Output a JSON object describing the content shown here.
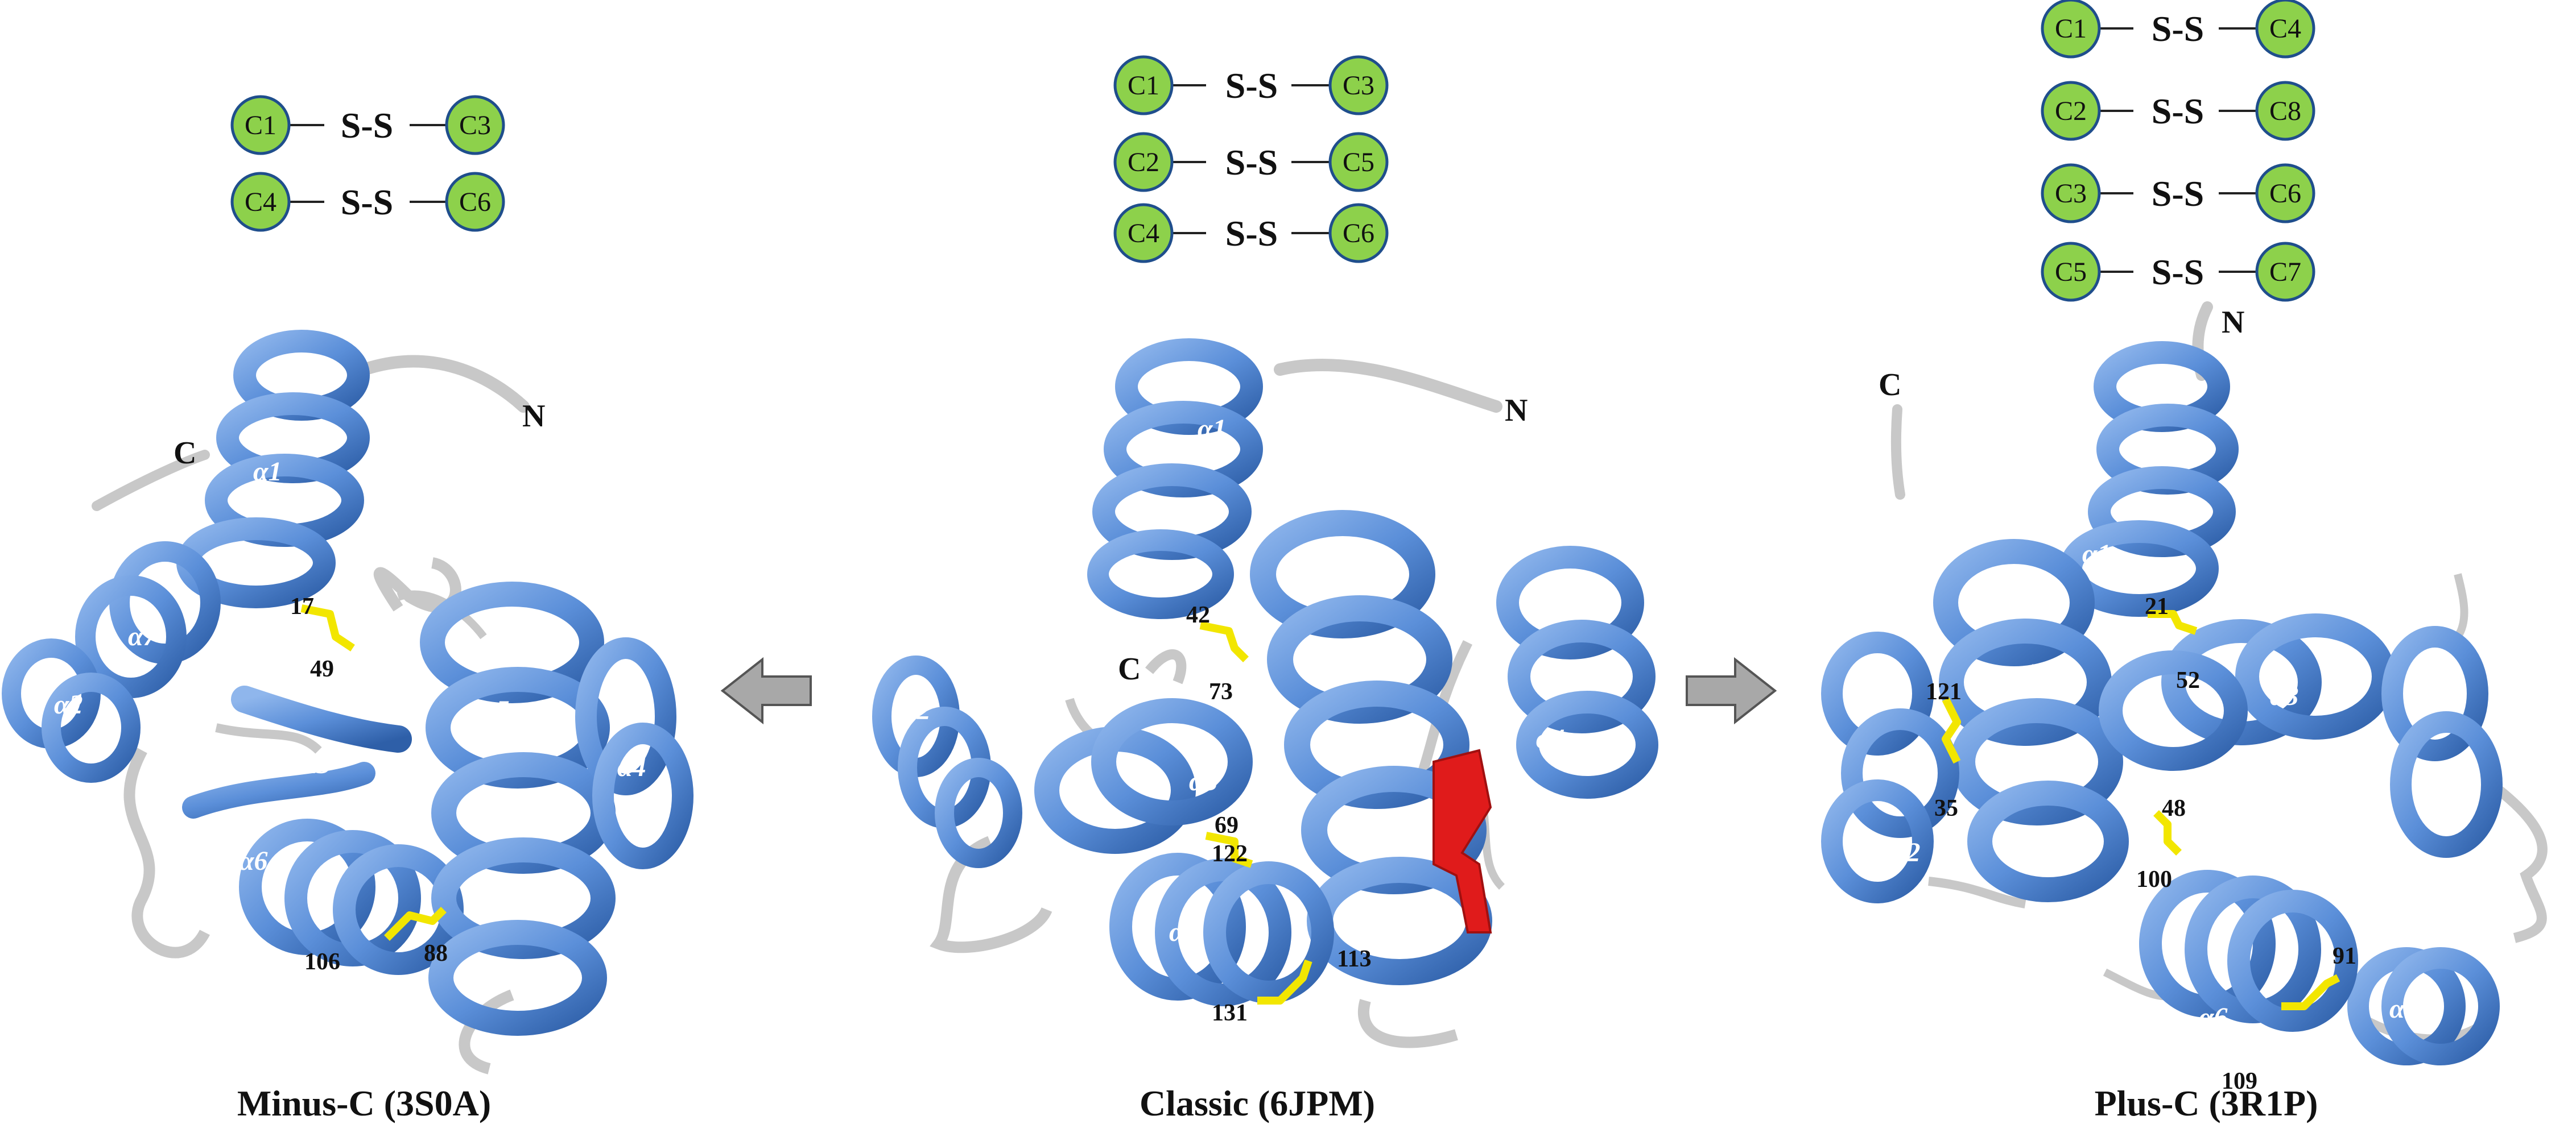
{
  "colors": {
    "node_fill": "#8DD14B",
    "node_stroke": "#1F4E8C",
    "helix": "#5B8FD9",
    "helix_dark": "#2E5FA8",
    "coil": "#C8C8C8",
    "disulfide": "#F2E600",
    "highlight": "#E01B1B",
    "arrow": "#A8A8A8"
  },
  "panels": [
    {
      "caption": "Minus-C (3S0A)",
      "bonds": [
        {
          "left": "C1",
          "mid": "S-S",
          "right": "C3"
        },
        {
          "left": "C4",
          "mid": "S-S",
          "right": "C6"
        }
      ],
      "residues": [
        "17",
        "49",
        "106",
        "88"
      ],
      "helices": [
        "α1",
        "α7",
        "α2",
        "α3",
        "α6",
        "α5",
        "α4"
      ],
      "termini": {
        "n": "N",
        "c": "C"
      }
    },
    {
      "caption": "Classic (6JPM)",
      "bonds": [
        {
          "left": "C1",
          "mid": "S-S",
          "right": "C3"
        },
        {
          "left": "C2",
          "mid": "S-S",
          "right": "C5"
        },
        {
          "left": "C4",
          "mid": "S-S",
          "right": "C6"
        }
      ],
      "residues": [
        "42",
        "73",
        "69",
        "122",
        "113",
        "131"
      ],
      "helices": [
        "α1",
        "α2",
        "α3",
        "α5",
        "α4",
        "α6"
      ],
      "termini": {
        "n": "N",
        "c": "C"
      }
    },
    {
      "caption": "Plus-C (3R1P)",
      "bonds": [
        {
          "left": "C1",
          "mid": "S-S",
          "right": "C4"
        },
        {
          "left": "C2",
          "mid": "S-S",
          "right": "C8"
        },
        {
          "left": "C3",
          "mid": "S-S",
          "right": "C6"
        },
        {
          "left": "C5",
          "mid": "S-S",
          "right": "C7"
        }
      ],
      "residues": [
        "21",
        "52",
        "121",
        "35",
        "48",
        "100",
        "91",
        "109"
      ],
      "helices": [
        "α1",
        "α7",
        "α3",
        "α2",
        "α4",
        "α5",
        "α6"
      ],
      "termini": {
        "n": "N",
        "c": "C"
      }
    }
  ]
}
